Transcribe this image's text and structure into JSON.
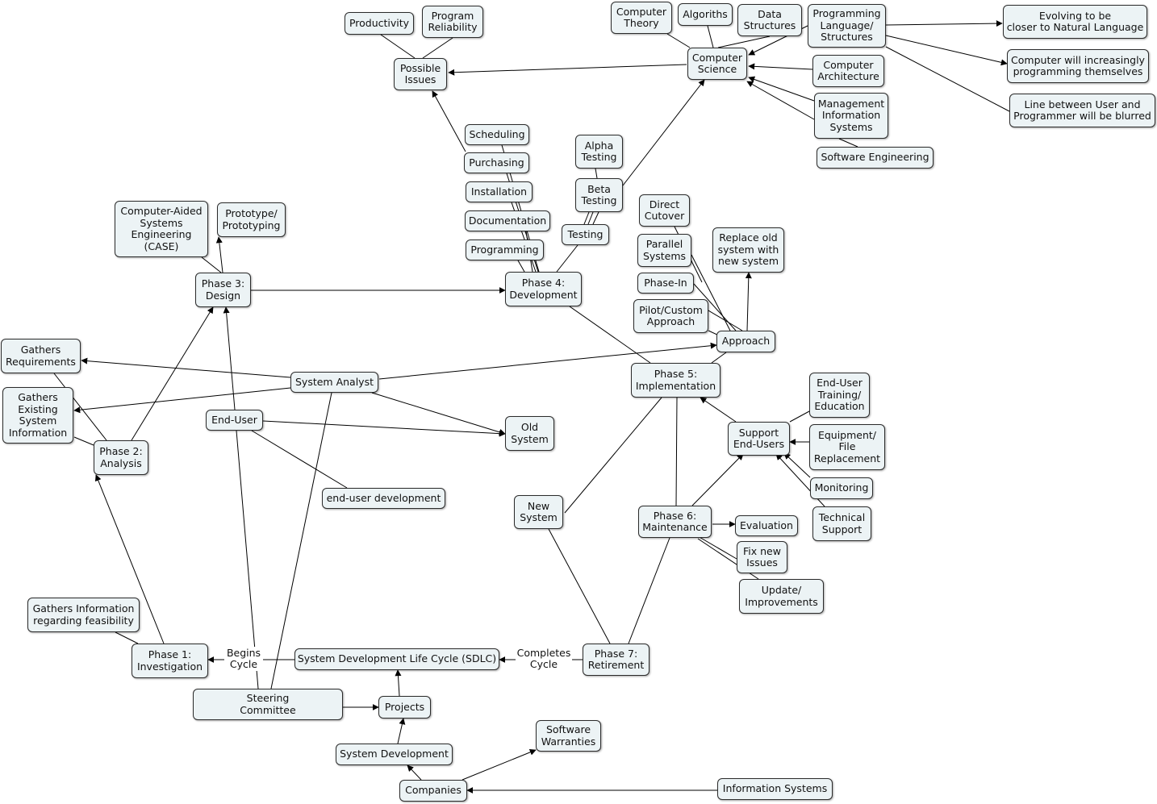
{
  "nodes": {
    "productivity": "Productivity",
    "program_reliability": "Program\nReliability",
    "possible_issues": "Possible\nIssues",
    "computer_theory": "Computer\nTheory",
    "algorithms": "Algoriths",
    "data_structures": "Data\nStructures",
    "prog_lang": "Programming\nLanguage/\nStructures",
    "computer_science": "Computer\nScience",
    "evolving": "Evolving to be\ncloser to Natural Language",
    "computer_arch": "Computer\nArchitecture",
    "increasingly": "Computer will increasingly\nprogramming themselves",
    "mis": "Management\nInformation\nSystems",
    "blurred": "Line between User and\nProgrammer will be blurred",
    "software_eng": "Software Engineering",
    "scheduling": "Scheduling",
    "purchasing": "Purchasing",
    "installation": "Installation",
    "documentation": "Documentation",
    "programming": "Programming",
    "alpha": "Alpha\nTesting",
    "beta": "Beta\nTesting",
    "testing": "Testing",
    "phase4": "Phase 4:\nDevelopment",
    "case": "Computer-Aided\nSystems\nEngineering\n(CASE)",
    "prototype": "Prototype/\nPrototyping",
    "phase3": "Phase 3:\nDesign",
    "direct": "Direct\nCutover",
    "parallel": "Parallel\nSystems",
    "replace": "Replace old\nsystem with\nnew system",
    "phasein": "Phase-In",
    "pilot": "Pilot/Custom\nApproach",
    "approach": "Approach",
    "gathers_req": "Gathers\nRequirements",
    "system_analyst": "System Analyst",
    "gathers_existing": "Gathers\nExisting\nSystem\nInformation",
    "end_user": "End-User",
    "phase5": "Phase 5:\nImplementation",
    "old_system": "Old\nSystem",
    "phase2": "Phase 2:\nAnalysis",
    "eu_training": "End-User\nTraining/\nEducation",
    "support": "Support\nEnd-Users",
    "equipment": "Equipment/\nFile\nReplacement",
    "eu_dev": "end-user development",
    "monitoring": "Monitoring",
    "new_system": "New\nSystem",
    "phase6": "Phase 6:\nMaintenance",
    "evaluation": "Evaluation",
    "tech_support": "Technical\nSupport",
    "fix_new": "Fix new\nIssues",
    "update": "Update/\nImprovements",
    "gathers_info": "Gathers Information\nregarding feasibility",
    "phase1": "Phase 1:\nInvestigation",
    "sdlc": "System Development Life Cycle (SDLC)",
    "phase7": "Phase 7:\nRetirement",
    "steering": "Steering\nCommittee",
    "projects": "Projects",
    "software_warranties": "Software\nWarranties",
    "system_dev": "System Development",
    "companies": "Companies",
    "info_systems": "Information Systems"
  },
  "link_labels": {
    "begins_cycle": "Begins\nCycle",
    "completes_cycle": "Completes\nCycle"
  }
}
